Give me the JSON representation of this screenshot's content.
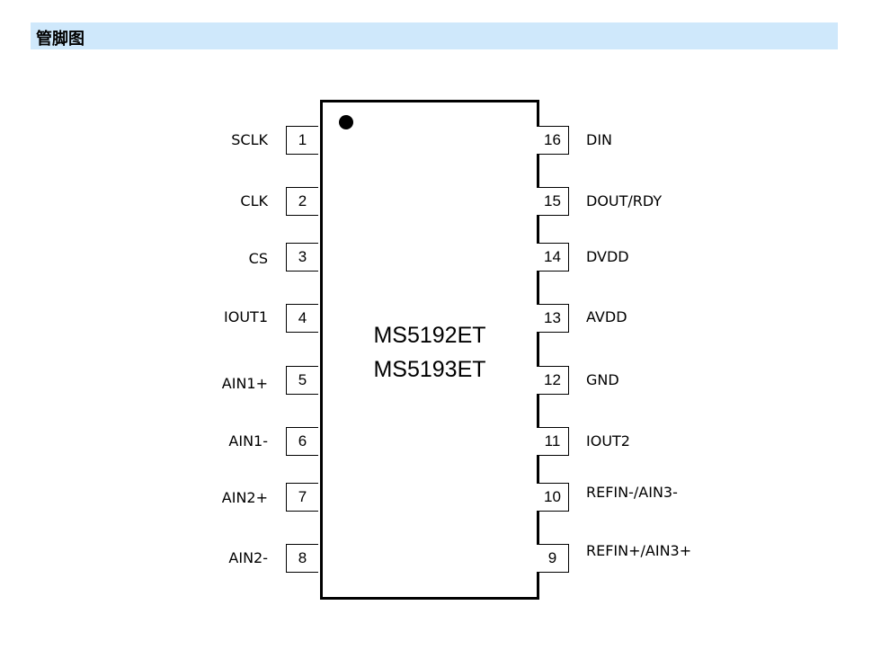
{
  "header": {
    "title": "管脚图"
  },
  "chip": {
    "part_numbers": [
      "MS5192ET",
      "MS5193ET"
    ]
  },
  "pins_left": [
    {
      "number": "1",
      "label": "SCLK"
    },
    {
      "number": "2",
      "label": "CLK"
    },
    {
      "number": "3",
      "label": "CS"
    },
    {
      "number": "4",
      "label": "IOUT1"
    },
    {
      "number": "5",
      "label": "AIN1+"
    },
    {
      "number": "6",
      "label": "AIN1-"
    },
    {
      "number": "7",
      "label": "AIN2+"
    },
    {
      "number": "8",
      "label": "AIN2-"
    }
  ],
  "pins_right": [
    {
      "number": "16",
      "label": "DIN"
    },
    {
      "number": "15",
      "label": "DOUT/RDY"
    },
    {
      "number": "14",
      "label": "DVDD"
    },
    {
      "number": "13",
      "label": "AVDD"
    },
    {
      "number": "12",
      "label": "GND"
    },
    {
      "number": "11",
      "label": "IOUT2"
    },
    {
      "number": "10",
      "label": "REFIN-/AIN3-"
    },
    {
      "number": "9",
      "label": "REFIN+/AIN3+"
    }
  ]
}
